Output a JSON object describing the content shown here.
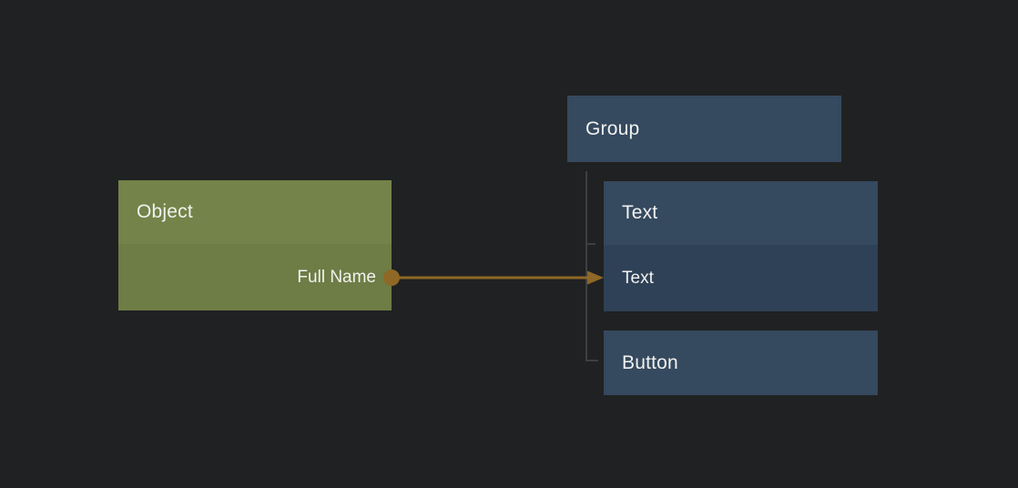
{
  "canvas": {
    "background_color": "#202122"
  },
  "object_node": {
    "title": "Object",
    "field_label": "Full Name",
    "header_color": "#748349",
    "body_color": "#6e7c45"
  },
  "group_node": {
    "title": "Group",
    "color": "#35495f"
  },
  "text_node": {
    "title": "Text",
    "field_label": "Text",
    "header_color": "#35495f",
    "body_color": "#2f4156"
  },
  "button_node": {
    "title": "Button",
    "color": "#35495f"
  },
  "connector": {
    "from_field": "Full Name",
    "to_field": "Text",
    "color": "#8f6826"
  },
  "tree_lines": {
    "color": "#3e3f41"
  },
  "text_color": "#f1f2f0"
}
